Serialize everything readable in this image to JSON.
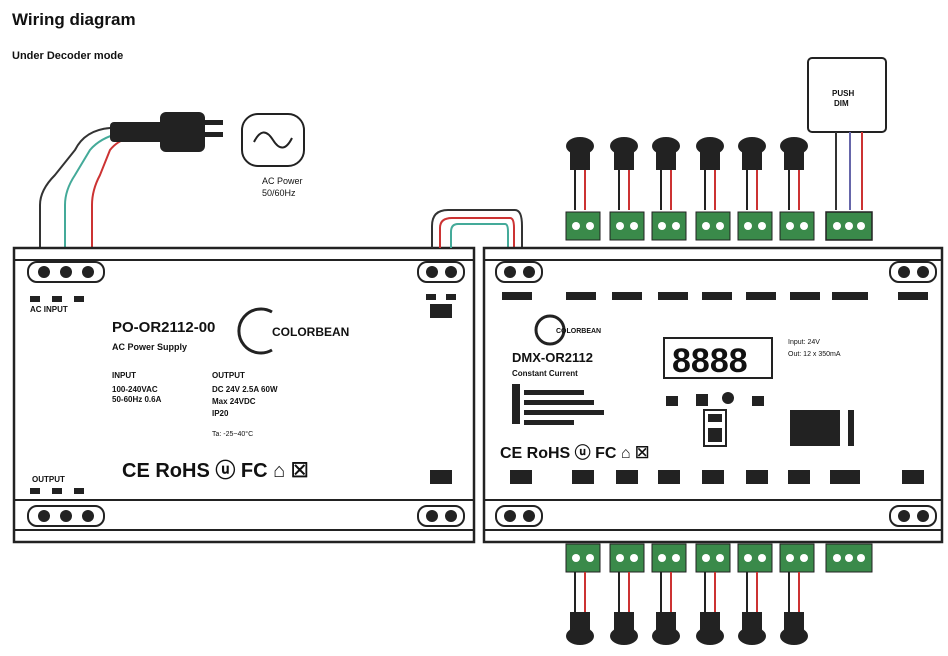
{
  "title": "Wiring diagram",
  "subtitle": "Under Decoder mode",
  "power_supply": {
    "label_input": "AC INPUT",
    "model": "PO-OR2112-00",
    "desc": "AC Power Supply",
    "brand": "COLORBEAN",
    "spec_a_title": "INPUT",
    "spec_a_lines": [
      "100-240VAC",
      "50-60Hz 0.6A"
    ],
    "spec_b_title": "OUTPUT",
    "spec_b_lines": [
      "DC 24V 2.5A 60W",
      "Max 24VDC",
      "IP20"
    ],
    "note": "Ta: -25~40°C",
    "label_output": "OUTPUT",
    "certs": "CE RoHS ⓤ FC ⌂ ☒"
  },
  "ac_power": {
    "line1": "AC Power",
    "line2": "50/60Hz"
  },
  "push_dim": {
    "line1": "PUSH",
    "line2": "DIM"
  },
  "decoder": {
    "brand": "COLORBEAN",
    "model": "DMX-OR2112",
    "desc": "Constant Current",
    "display": "8888",
    "certs": "CE RoHS ⓤ FC ⌂ ☒",
    "side_note_1": "Input: 24V",
    "side_note_2": "Out: 12 x 350mA"
  }
}
